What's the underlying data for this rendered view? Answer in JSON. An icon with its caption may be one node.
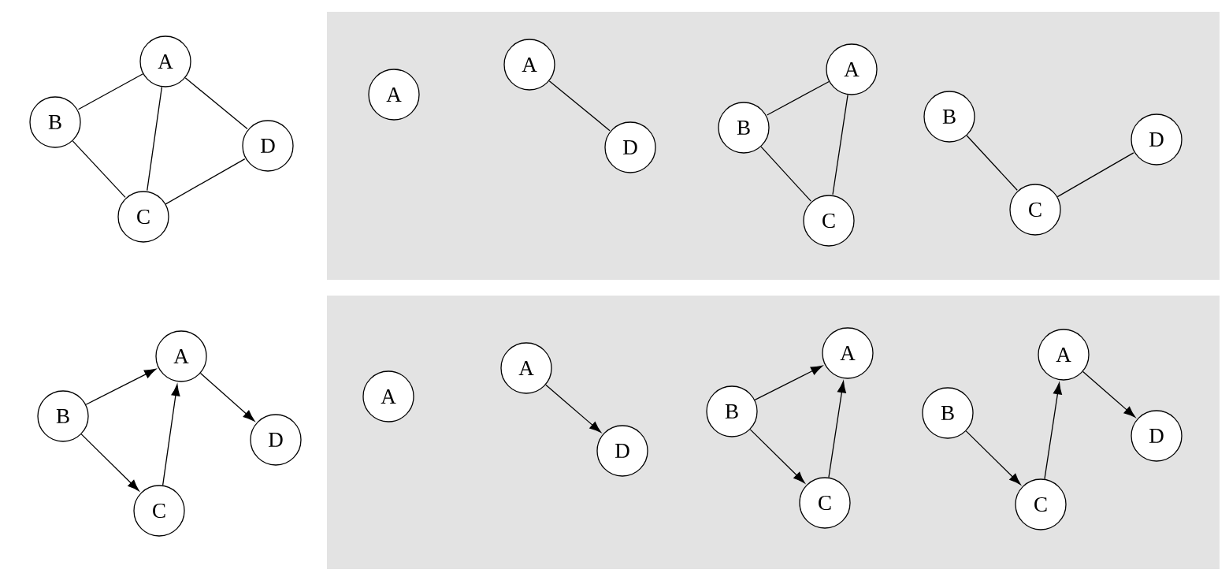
{
  "diagram": {
    "nodes": [
      {
        "text": [
          "A"
        ]
      },
      {
        "text": [
          "B"
        ]
      },
      {
        "text": [
          "C"
        ]
      },
      {
        "text": [
          "D"
        ]
      },
      {
        "text": [
          "A"
        ]
      },
      {
        "text": [
          "A"
        ]
      },
      {
        "text": [
          "D"
        ]
      },
      {
        "text": [
          "A"
        ]
      },
      {
        "text": [
          "B"
        ]
      },
      {
        "text": [
          "C"
        ]
      },
      {
        "text": [
          "B"
        ]
      },
      {
        "text": [
          "C"
        ]
      },
      {
        "text": [
          "D"
        ]
      },
      {
        "text": [
          "A"
        ]
      },
      {
        "text": [
          "B"
        ]
      },
      {
        "text": [
          "C"
        ]
      },
      {
        "text": [
          "D"
        ]
      },
      {
        "text": [
          "A"
        ]
      },
      {
        "text": [
          "A"
        ]
      },
      {
        "text": [
          "D"
        ]
      },
      {
        "text": [
          "A"
        ]
      },
      {
        "text": [
          "B"
        ]
      },
      {
        "text": [
          "C"
        ]
      },
      {
        "text": [
          "A"
        ]
      },
      {
        "text": [
          "B"
        ]
      },
      {
        "text": [
          "C"
        ]
      },
      {
        "text": [
          "D"
        ]
      }
    ],
    "edges": [
      {
        "from": 0,
        "to": 1,
        "arrow": "none"
      },
      {
        "from": 0,
        "to": 2,
        "arrow": "none"
      },
      {
        "from": 0,
        "to": 3,
        "arrow": "none"
      },
      {
        "from": 1,
        "to": 2,
        "arrow": "none"
      },
      {
        "from": 2,
        "to": 3,
        "arrow": "none"
      },
      {
        "from": 5,
        "to": 6,
        "arrow": "none"
      },
      {
        "from": 7,
        "to": 8,
        "arrow": "none"
      },
      {
        "from": 7,
        "to": 9,
        "arrow": "none"
      },
      {
        "from": 8,
        "to": 9,
        "arrow": "none"
      },
      {
        "from": 10,
        "to": 11,
        "arrow": "none"
      },
      {
        "from": 11,
        "to": 12,
        "arrow": "none"
      },
      {
        "from": 14,
        "to": 13,
        "arrow": "to"
      },
      {
        "from": 13,
        "to": 16,
        "arrow": "to"
      },
      {
        "from": 14,
        "to": 15,
        "arrow": "to"
      },
      {
        "from": 15,
        "to": 13,
        "arrow": "to"
      },
      {
        "from": 18,
        "to": 19,
        "arrow": "to"
      },
      {
        "from": 21,
        "to": 20,
        "arrow": "to"
      },
      {
        "from": 21,
        "to": 22,
        "arrow": "to"
      },
      {
        "from": 22,
        "to": 20,
        "arrow": "to"
      },
      {
        "from": 24,
        "to": 25,
        "arrow": "to"
      },
      {
        "from": 25,
        "to": 23,
        "arrow": "to"
      },
      {
        "from": 23,
        "to": 26,
        "arrow": "to"
      }
    ]
  }
}
